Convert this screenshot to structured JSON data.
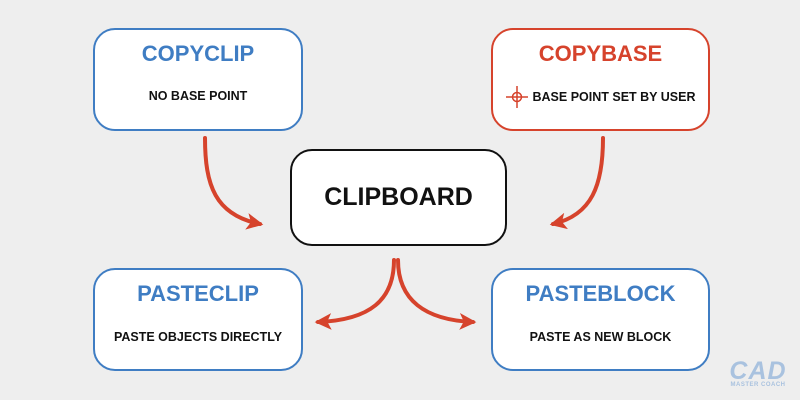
{
  "colors": {
    "blue": "#3f7dc3",
    "red": "#d6432c",
    "black": "#111111",
    "background": "#eeeeee"
  },
  "diagram": {
    "copyclip": {
      "title": "COPYCLIP",
      "subtitle": "NO BASE POINT"
    },
    "copybase": {
      "title": "COPYBASE",
      "subtitle": "BASE POINT SET BY USER",
      "icon": "crosshair-icon"
    },
    "clipboard": {
      "title": "CLIPBOARD"
    },
    "pasteclip": {
      "title": "PASTECLIP",
      "subtitle": "PASTE OBJECTS DIRECTLY"
    },
    "pasteblock": {
      "title": "PASTEBLOCK",
      "subtitle": "PASTE AS NEW BLOCK"
    },
    "arrows": [
      {
        "from": "COPYCLIP",
        "to": "CLIPBOARD"
      },
      {
        "from": "COPYBASE",
        "to": "CLIPBOARD"
      },
      {
        "from": "CLIPBOARD",
        "to": "PASTECLIP"
      },
      {
        "from": "CLIPBOARD",
        "to": "PASTEBLOCK"
      }
    ]
  },
  "logo": {
    "main": "CAD",
    "sub": "MASTER COACH"
  }
}
